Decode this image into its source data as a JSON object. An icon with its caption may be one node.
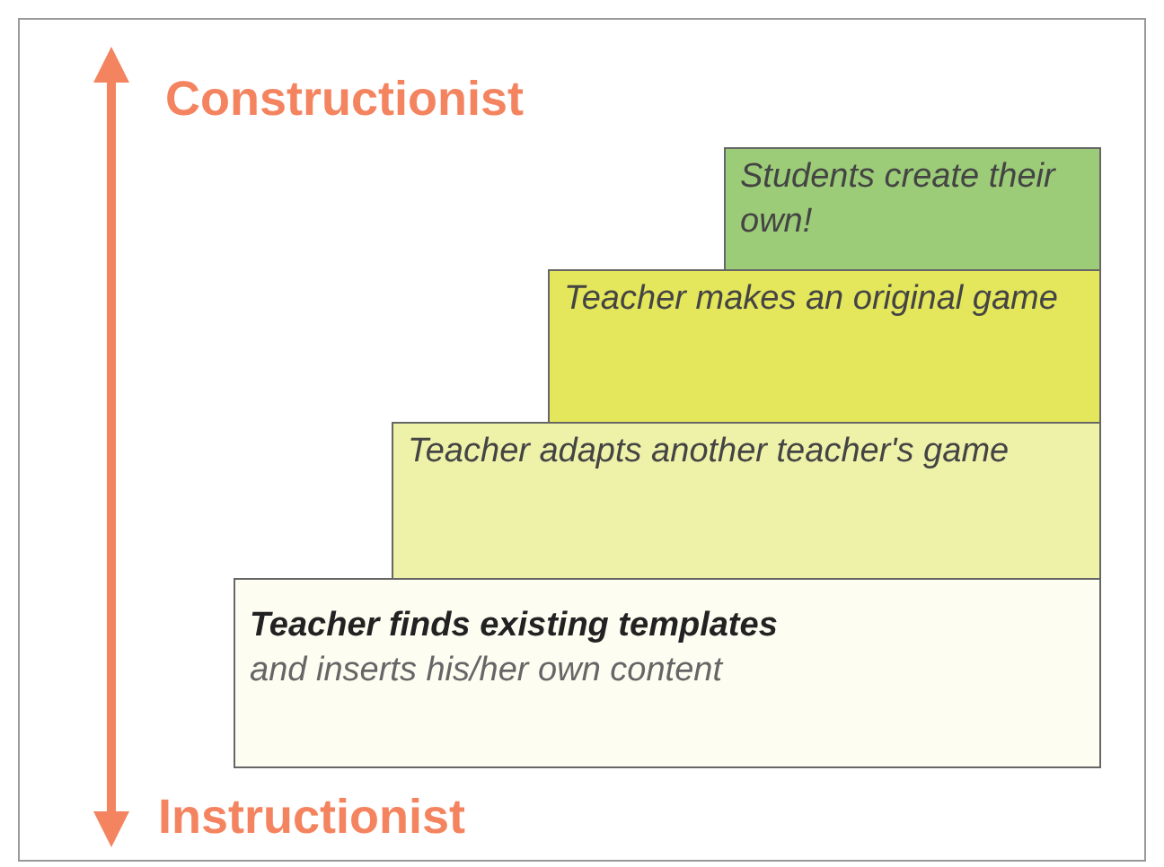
{
  "diagram": {
    "nodes": [
      {
        "text": [
          "Students create their own!"
        ]
      },
      {
        "text": [
          "Teacher makes an original game"
        ]
      },
      {
        "text": [
          "Teacher adapts another teacher's game"
        ]
      },
      {
        "text": [
          "Teacher finds existing templates",
          "and inserts his/her own content"
        ]
      }
    ],
    "edges": [],
    "labels": [
      "Constructionist",
      "Instructionist"
    ]
  }
}
